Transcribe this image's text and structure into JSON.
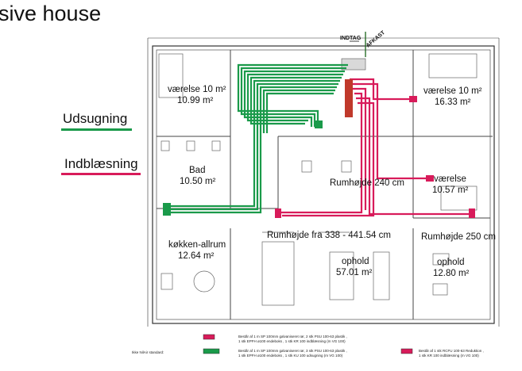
{
  "title": "sive house",
  "legend": {
    "exhaust_label": "Udsugning",
    "exhaust_color": "#1a9a4a",
    "supply_label": "Indblæsning",
    "supply_color": "#d81b5a"
  },
  "plan": {
    "intake_label": "INDTAG",
    "exhaust_out_label": "AFKAST",
    "rooms": {
      "room_nw": {
        "name": "værelse 10 m²",
        "area": "10.99 m²"
      },
      "room_ne": {
        "name": "værelse 10 m²",
        "area": "16.33 m²"
      },
      "bath": {
        "name": "Bad",
        "area": "10.50 m²"
      },
      "hall_height": "Rumhøjde 240 cm",
      "room_e": {
        "name": "værelse",
        "area": "10.57 m²"
      },
      "main_height": "Rumhøjde fra 338 - 441.54 cm",
      "kitchen": {
        "name": "køkken-allrum",
        "area": "12.64 m²"
      },
      "living": {
        "name": "ophold",
        "area": "57.01 m²"
      },
      "east_height": "Rumhøjde 250 cm",
      "living_e": {
        "name": "ophold",
        "area": "12.80 m²"
      }
    },
    "notes": {
      "standard": "Ikke NilAir standard:",
      "note1_a": "Består af 1 m SP 100mm galvaniseret rør, 2 stk PSU 100-63 plastik ,",
      "note1_b": "1 stk EPFH ø100 endeboks , 1 stk KR 100 indblæsning (m VG 100)",
      "note2_a": "Består af 1 m SP 100mm galvaniseret rør, 3 stk PSU 100-63 plastik ,",
      "note2_b": "1 stk EPFH ø100 endeboks , 1 stk KU 100 udsugning (m VG 100)",
      "note3_a": "Består af 1 stk RCFU 100-63 Reduktion ,",
      "note3_b": "1 stk KR 100 indblæsning (m VG 100)"
    }
  }
}
